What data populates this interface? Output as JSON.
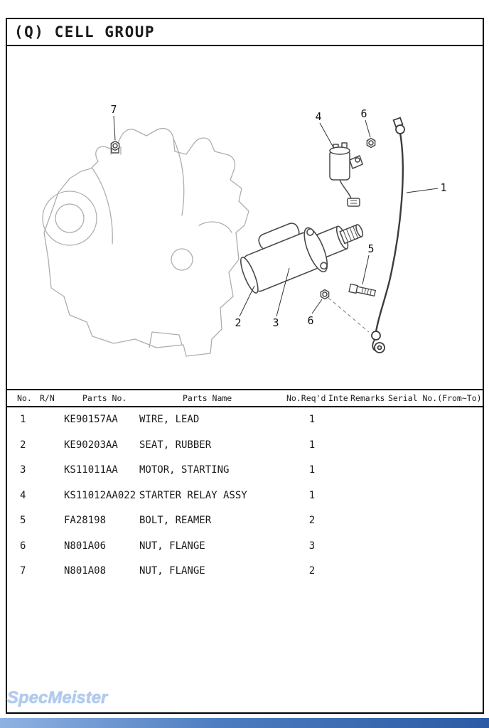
{
  "page": {
    "title": "(Q) CELL GROUP",
    "watermark": "SpecMeister"
  },
  "diagram": {
    "callouts": [
      {
        "label": "7"
      },
      {
        "label": "4"
      },
      {
        "label": "6"
      },
      {
        "label": "1"
      },
      {
        "label": "5"
      },
      {
        "label": "2"
      },
      {
        "label": "3"
      },
      {
        "label": "6"
      }
    ]
  },
  "table": {
    "headers": {
      "no": "No.",
      "rn": "R/N",
      "parts_no": "Parts No.",
      "parts_name": "Parts Name",
      "req": "No.Req'd",
      "inte": "Inte",
      "remarks": "Remarks",
      "serial": "Serial No.(From~To)"
    },
    "rows": [
      {
        "no": "1",
        "parts_no": "KE90157AA",
        "parts_name": "WIRE, LEAD",
        "req": "1"
      },
      {
        "no": "2",
        "parts_no": "KE90203AA",
        "parts_name": "SEAT, RUBBER",
        "req": "1"
      },
      {
        "no": "3",
        "parts_no": "KS11011AA",
        "parts_name": "MOTOR, STARTING",
        "req": "1"
      },
      {
        "no": "4",
        "parts_no": "KS11012AA022",
        "parts_name": "STARTER RELAY ASSY",
        "req": "1"
      },
      {
        "no": "5",
        "parts_no": "FA28198",
        "parts_name": "BOLT, REAMER",
        "req": "2"
      },
      {
        "no": "6",
        "parts_no": "N801A06",
        "parts_name": "NUT, FLANGE",
        "req": "3"
      },
      {
        "no": "7",
        "parts_no": "N801A08",
        "parts_name": "NUT, FLANGE",
        "req": "2"
      }
    ]
  }
}
